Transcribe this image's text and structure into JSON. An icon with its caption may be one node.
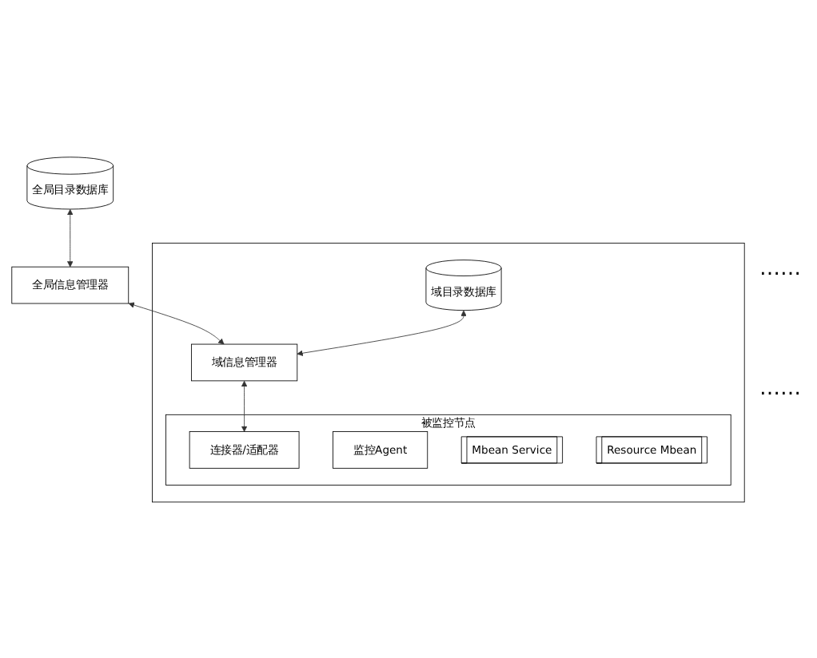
{
  "diagram": {
    "nodes": [
      {
        "text": [
          "全局目录数据库"
        ]
      },
      {
        "text": [
          "全局信息管理器"
        ]
      },
      {
        "text": [],
        "shape": "box"
      },
      {
        "text": [
          "域目录数据库"
        ],
        "in": 2
      },
      {
        "text": [
          "域信息管理器"
        ],
        "in": 2
      },
      {
        "text": [
          "被监控节点"
        ],
        "in": 2
      },
      {
        "text": [
          "连接器/适配器"
        ],
        "in": 5
      },
      {
        "text": [
          "监控Agent"
        ],
        "in": 5
      },
      {
        "text": [
          "Mbean Service"
        ],
        "in": 5
      },
      {
        "text": [
          "Resource Mbean"
        ],
        "in": 5
      }
    ],
    "edges": [
      {
        "from": 0,
        "to": 1,
        "arrow": "both"
      },
      {
        "from": 1,
        "to": 4,
        "arrow": "both"
      },
      {
        "from": 3,
        "to": 4,
        "arrow": "both"
      },
      {
        "from": 4,
        "to": 6,
        "arrow": "both"
      }
    ],
    "labels": [
      "……",
      "……"
    ]
  }
}
